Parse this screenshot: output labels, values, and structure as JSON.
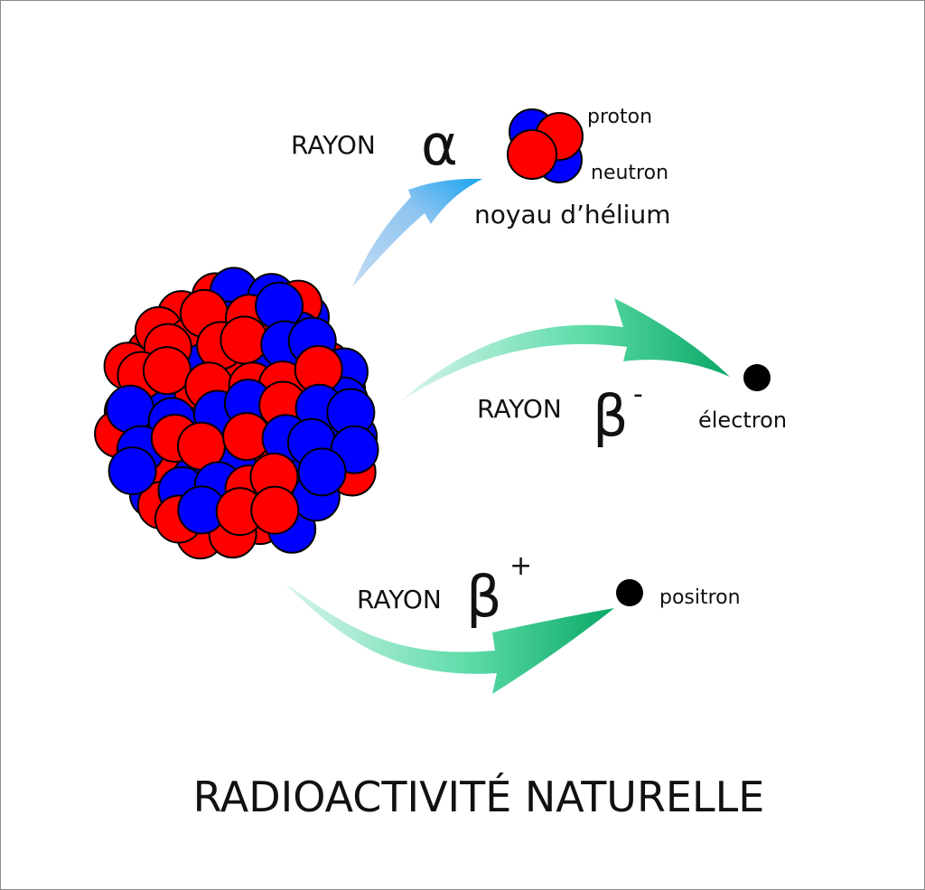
{
  "title": "RADIOACTIVITÉ NATURELLE",
  "alpha": {
    "ray_label": "RAYON",
    "symbol": "α",
    "proton_label": "proton",
    "neutron_label": "neutron",
    "particle_label": "noyau d’hélium",
    "arrow_color": "#1aa3f0"
  },
  "beta_minus": {
    "ray_label": "RAYON",
    "symbol": "β",
    "sign": "-",
    "particle_label": "électron",
    "arrow_color": "#12c07a"
  },
  "beta_plus": {
    "ray_label": "RAYON",
    "symbol": "β",
    "sign": "+",
    "particle_label": "positron",
    "arrow_color": "#12c07a"
  },
  "colors": {
    "proton": "#ff0000",
    "neutron": "#0000ff",
    "particle": "#000000",
    "border": "#8a8a8a"
  }
}
